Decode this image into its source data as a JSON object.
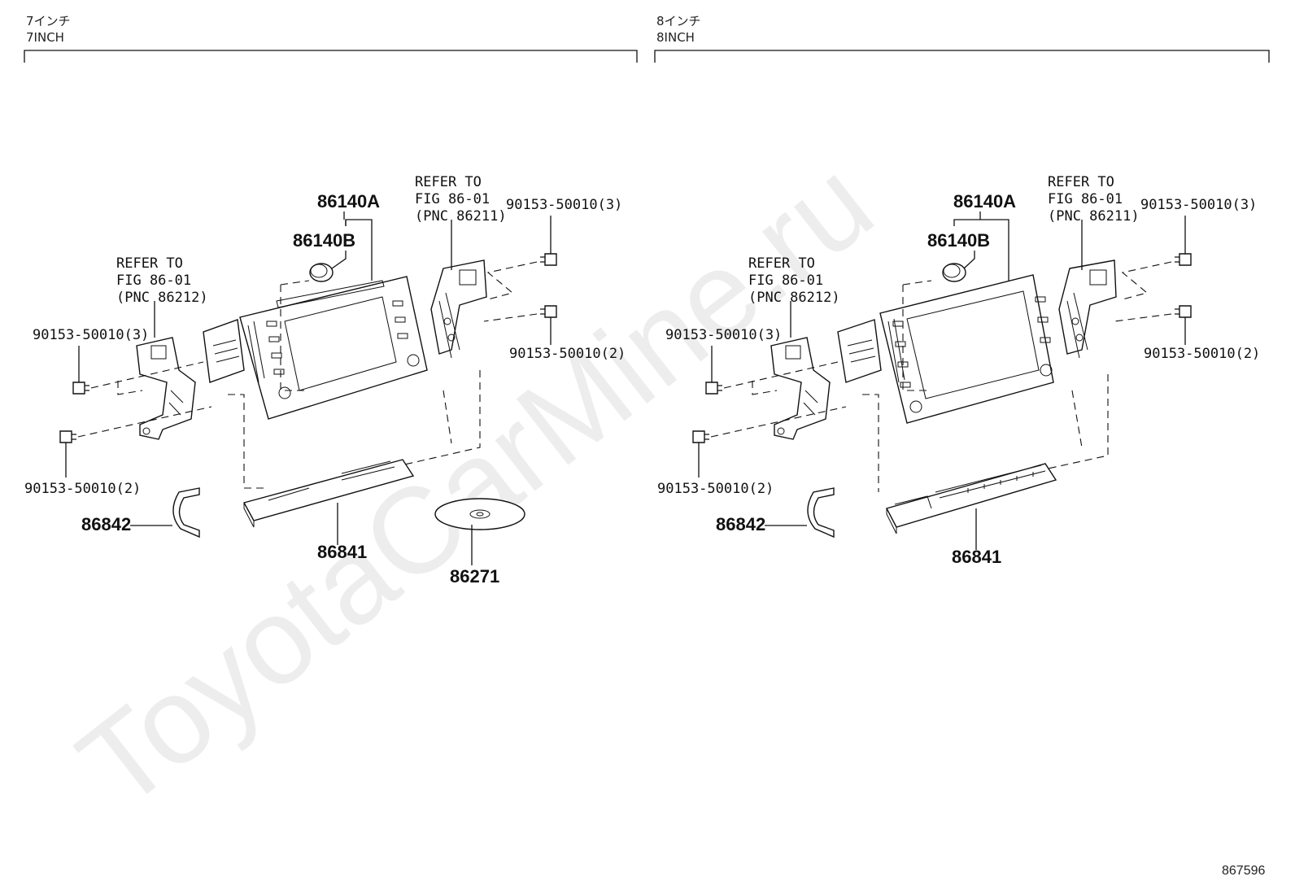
{
  "header": {
    "left": {
      "jp": "7インチ",
      "en": "7INCH"
    },
    "right": {
      "jp": "8インチ",
      "en": "8INCH"
    }
  },
  "watermark": "ToyotaCarMine.ru",
  "diagram_code": "867596",
  "left_panel": {
    "pn_86140A": "86140A",
    "pn_86140B": "86140B",
    "refer_right": [
      "REFER TO",
      "FIG 86-01",
      "(PNC 86211)"
    ],
    "refer_left": [
      "REFER TO",
      "FIG 86-01",
      "(PNC 86212)"
    ],
    "bolt_top_right": "90153-50010(3)",
    "bolt_mid_right": "90153-50010(2)",
    "bolt_left_top": "90153-50010(3)",
    "bolt_left_bottom": "90153-50010(2)",
    "pn_86842": "86842",
    "pn_86841": "86841",
    "pn_86271": "86271"
  },
  "right_panel": {
    "pn_86140A": "86140A",
    "pn_86140B": "86140B",
    "refer_right": [
      "REFER TO",
      "FIG 86-01",
      "(PNC 86211)"
    ],
    "refer_left": [
      "REFER TO",
      "FIG 86-01",
      "(PNC 86212)"
    ],
    "bolt_top_right": "90153-50010(3)",
    "bolt_mid_right": "90153-50010(2)",
    "bolt_left_top": "90153-50010(3)",
    "bolt_left_bottom": "90153-50010(2)",
    "pn_86842": "86842",
    "pn_86841": "86841"
  }
}
